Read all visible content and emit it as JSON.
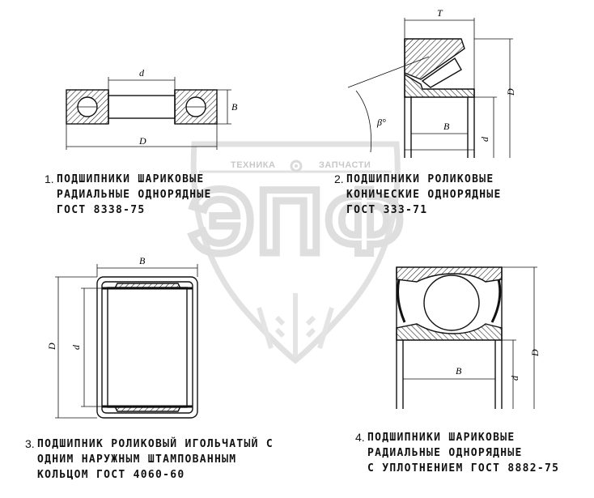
{
  "watermark": {
    "left_word": "ТЕХНИКА",
    "right_word": "ЗАПЧАСТИ",
    "logo": "ЭПФ",
    "color": "#c9c9c9"
  },
  "figures": [
    {
      "number": "1.",
      "lines": [
        "ПОДШИПНИКИ ШАРИКОВЫЕ",
        "РАДИАЛЬНЫЕ ОДНОРЯДНЫЕ",
        "ГОСТ 8338-75"
      ],
      "dims": {
        "inner": "d",
        "outer": "D",
        "width": "B"
      }
    },
    {
      "number": "2.",
      "lines": [
        "ПОДШИПНИКИ РОЛИКОВЫЕ",
        "КОНИЧЕСКИЕ ОДНОРЯДНЫЕ",
        "ГОСТ 333-71"
      ],
      "dims": {
        "top": "T",
        "angle": "β°",
        "inner": "d",
        "outer": "D",
        "width": "B"
      }
    },
    {
      "number": "3.",
      "lines": [
        "ПОДШИПНИК РОЛИКОВЫЙ ИГОЛЬЧАТЫЙ С",
        "ОДНИМ НАРУЖНЫМ ШТАМПОВАННЫМ",
        "КОЛЬЦОМ ГОСТ 4060-60"
      ],
      "dims": {
        "width": "B",
        "outer": "D",
        "inner": "d"
      }
    },
    {
      "number": "4.",
      "lines": [
        "ПОДШИПНИКИ ШАРИКОВЫЕ",
        "РАДИАЛЬНЫЕ ОДНОРЯДНЫЕ",
        "С УПЛОТНЕНИЕМ ГОСТ 8882-75"
      ],
      "dims": {
        "outer": "D",
        "inner": "d",
        "width": "B"
      }
    }
  ]
}
